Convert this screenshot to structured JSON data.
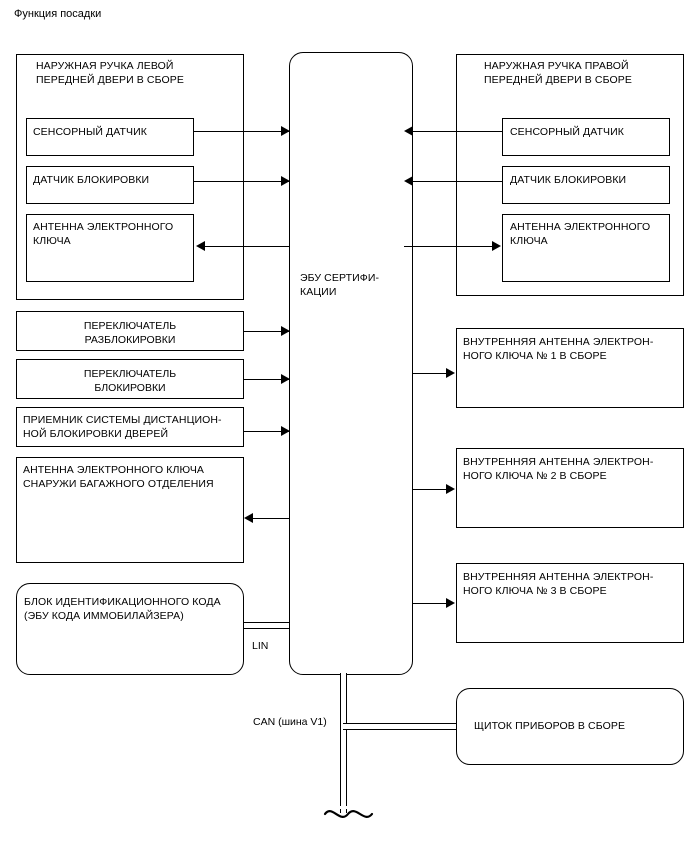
{
  "title": "Функция посадки",
  "ecu": {
    "label": "ЭБУ СЕРТИФИ-\nКАЦИИ",
    "name": "certification-ecu"
  },
  "left_group": {
    "label": "НАРУЖНАЯ РУЧКА ЛЕВОЙ\nПЕРЕДНЕЙ ДВЕРИ В СБОРЕ",
    "items": [
      {
        "label": "СЕНСОРНЫЙ ДАТЧИК",
        "direction": "to-ecu"
      },
      {
        "label": "ДАТЧИК БЛОКИРОВКИ",
        "direction": "to-ecu"
      },
      {
        "label": "АНТЕННА ЭЛЕКТРОННОГО\nКЛЮЧА",
        "direction": "from-ecu"
      }
    ]
  },
  "right_group": {
    "label": "НАРУЖНАЯ РУЧКА ПРАВОЙ\nПЕРЕДНЕЙ ДВЕРИ В СБОРЕ",
    "items": [
      {
        "label": "СЕНСОРНЫЙ ДАТЧИК",
        "direction": "to-ecu"
      },
      {
        "label": "ДАТЧИК БЛОКИРОВКИ",
        "direction": "to-ecu"
      },
      {
        "label": "АНТЕННА ЭЛЕКТРОННОГО\nКЛЮЧА",
        "direction": "from-ecu"
      }
    ]
  },
  "left_switches": [
    {
      "label": "ПЕРЕКЛЮЧАТЕЛЬ\nРАЗБЛОКИРОВКИ",
      "direction": "to-ecu"
    },
    {
      "label": "ПЕРЕКЛЮЧАТЕЛЬ\nБЛОКИРОВКИ",
      "direction": "to-ecu"
    },
    {
      "label": "ПРИЕМНИК СИСТЕМЫ ДИСТАНЦИОН-\nНОЙ БЛОКИРОВКИ ДВЕРЕЙ",
      "direction": "to-ecu"
    }
  ],
  "trunk_antenna": {
    "label": "АНТЕННА ЭЛЕКТРОННОГО КЛЮЧА\nСНАРУЖИ БАГАЖНОГО ОТДЕЛЕНИЯ",
    "direction": "from-ecu"
  },
  "id_code_box": {
    "label": "БЛОК ИДЕНТИФИКАЦИОННОГО КОДА\n(ЭБУ КОДА ИММОБИЛАЙЗЕРА)"
  },
  "inner_antennas": [
    {
      "label": "ВНУТРЕННЯЯ АНТЕННА ЭЛЕКТРОН-\nНОГО КЛЮЧА № 1 В СБОРЕ",
      "direction": "from-ecu"
    },
    {
      "label": "ВНУТРЕННЯЯ АНТЕННА ЭЛЕКТРОН-\nНОГО КЛЮЧА № 2 В СБОРЕ",
      "direction": "from-ecu"
    },
    {
      "label": "ВНУТРЕННЯЯ АНТЕННА ЭЛЕКТРОН-\nНОГО КЛЮЧА № 3 В СБОРЕ",
      "direction": "from-ecu"
    }
  ],
  "cluster": {
    "label": "ЩИТОК ПРИБОРОВ В СБОРЕ"
  },
  "buses": {
    "lin_label": "LIN",
    "can_label": "CAN (шина V1)"
  },
  "colors": {
    "line": "#000000",
    "background": "#ffffff"
  }
}
